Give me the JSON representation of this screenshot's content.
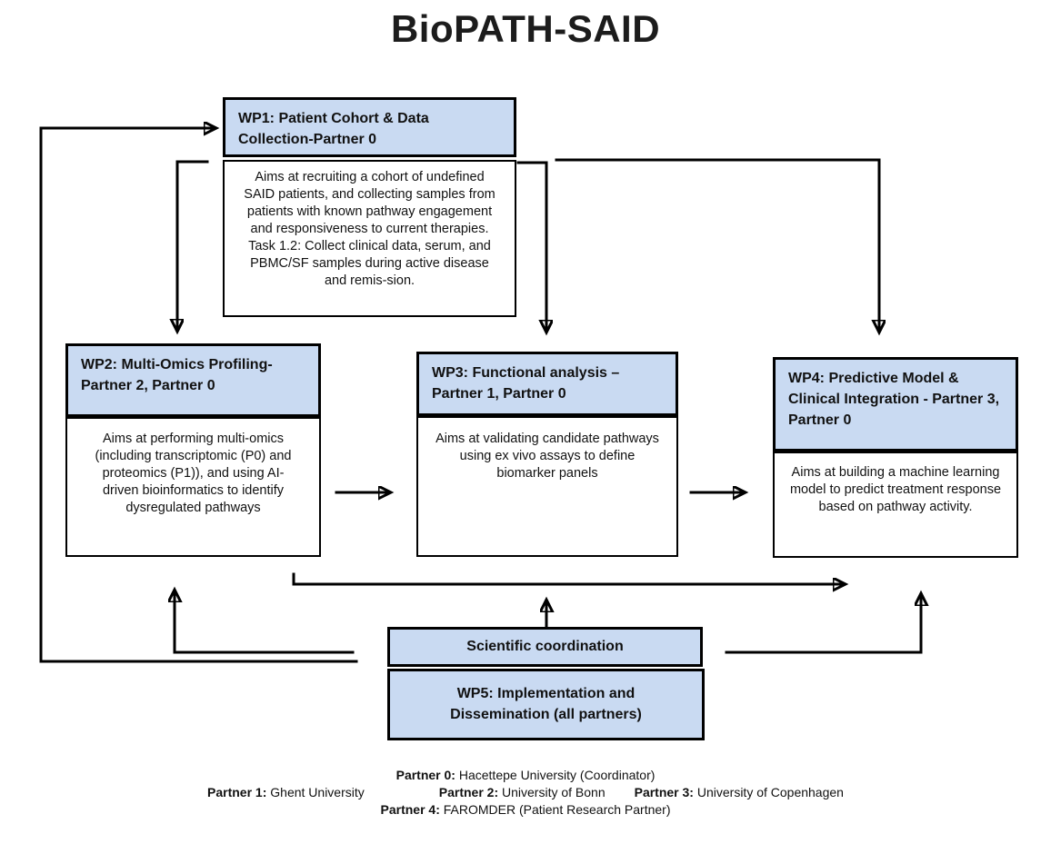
{
  "title": "BioPATH-SAID",
  "colors": {
    "box_fill": "#c9daf2",
    "border": "#000000"
  },
  "boxes": {
    "wp1": {
      "header": "WP1: Patient Cohort & Data Collection-Partner 0",
      "body": "Aims at recruiting a cohort of undefined SAID patients, and collecting samples from patients with known pathway engagement and responsiveness to current therapies. Task 1.2: Collect clinical data, serum, and PBMC/SF samples during active disease and remis-sion."
    },
    "wp2": {
      "header": "WP2: Multi-Omics Profiling-Partner 2, Partner 0",
      "body": "Aims at performing multi-omics (including transcriptomic (P0) and proteomics (P1)), and using AI-driven bioinformatics to identify dysregulated pathways"
    },
    "wp3": {
      "header": "WP3: Functional analysis – Partner 1, Partner 0",
      "body": "Aims at validating candidate pathways using ex vivo assays to define biomarker panels"
    },
    "wp4": {
      "header": "WP4: Predictive Model & Clinical Integration - Partner 3, Partner 0",
      "body": "Aims at building a machine learning model to predict treatment response based on pathway activity."
    },
    "coordination": {
      "label": "Scientific coordination"
    },
    "wp5": {
      "label": "WP5: Implementation and Dissemination (all partners)"
    }
  },
  "legend": {
    "partner0_label": "Partner 0:",
    "partner0_text": "Hacettepe University (Coordinator)",
    "partner1_label": "Partner 1:",
    "partner1_text": "Ghent University",
    "partner2_label": "Partner 2:",
    "partner2_text": "University of Bonn",
    "partner3_label": "Partner 3:",
    "partner3_text": "University of Copenhagen",
    "partner4_label": "Partner 4:",
    "partner4_text": "FAROMDER (Patient Research Partner)"
  }
}
